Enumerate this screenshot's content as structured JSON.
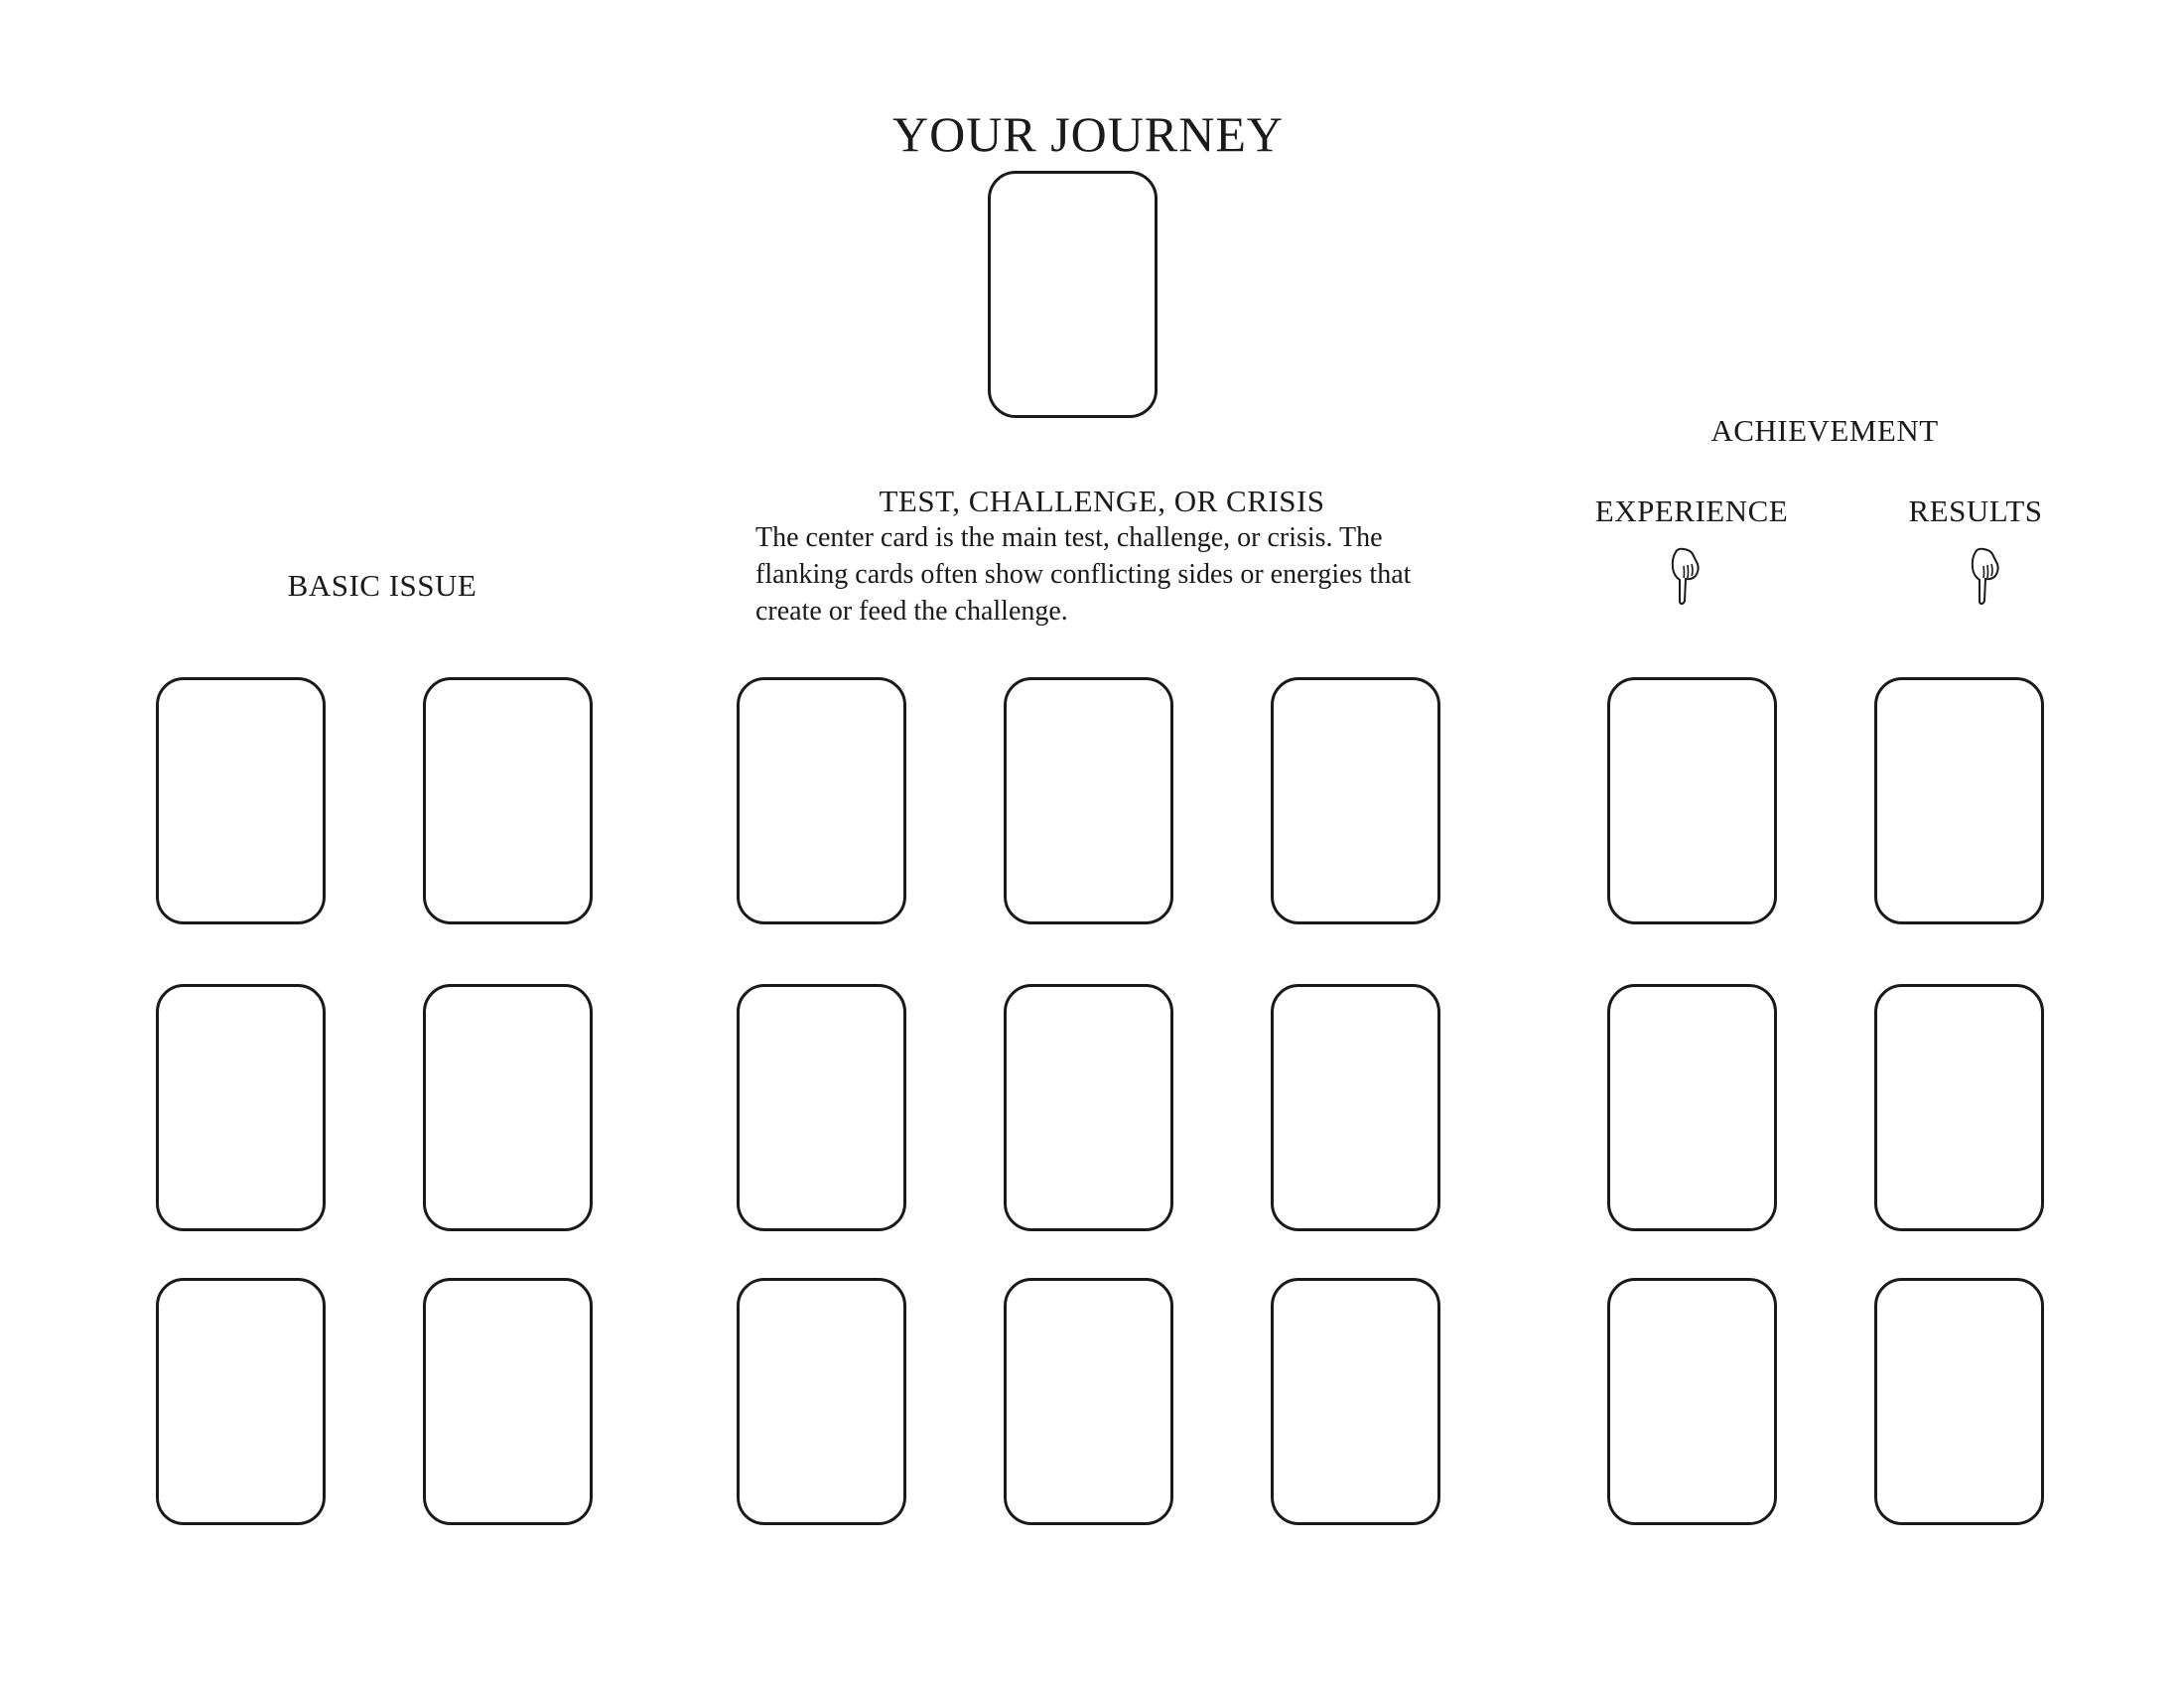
{
  "title": "YOUR JOURNEY",
  "sections": {
    "basic_issue": "BASIC ISSUE",
    "test": {
      "heading": "TEST, CHALLENGE, OR CRISIS",
      "description": "The center card is the main test, challenge, or crisis. The flanking cards often show conflicting sides or energies that create or feed the challenge."
    },
    "achievement": {
      "heading": "ACHIEVEMENT",
      "experience": "EXPERIENCE",
      "results": "RESULTS"
    }
  },
  "icons": {
    "pointer": "pointing-hand-down-icon"
  }
}
